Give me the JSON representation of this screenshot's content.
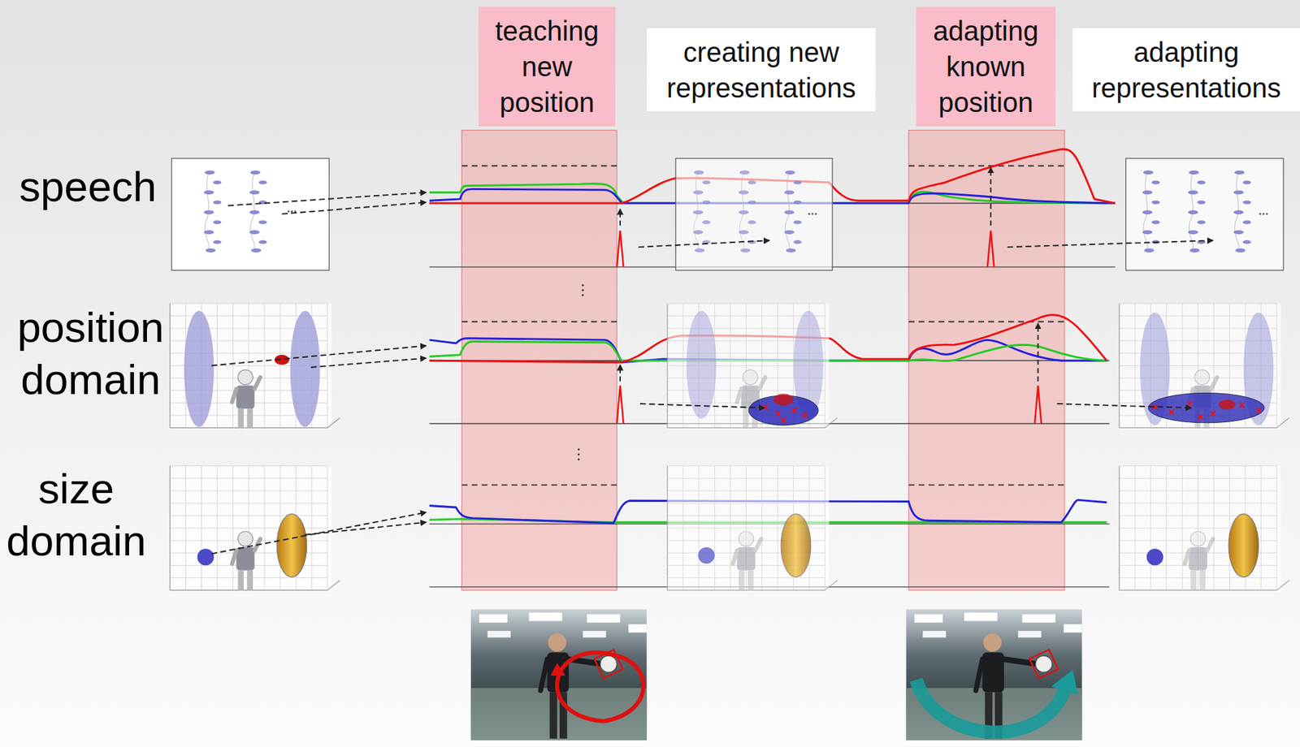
{
  "diagram": {
    "nodes": [
      {
        "text": [
          "teaching new position"
        ]
      },
      {
        "text": [
          "creating new representations"
        ]
      },
      {
        "text": [
          "adapting known position"
        ]
      },
      {
        "text": [
          "adapting representations"
        ]
      }
    ],
    "labels": [
      "speech",
      "position domain",
      "size domain"
    ]
  }
}
